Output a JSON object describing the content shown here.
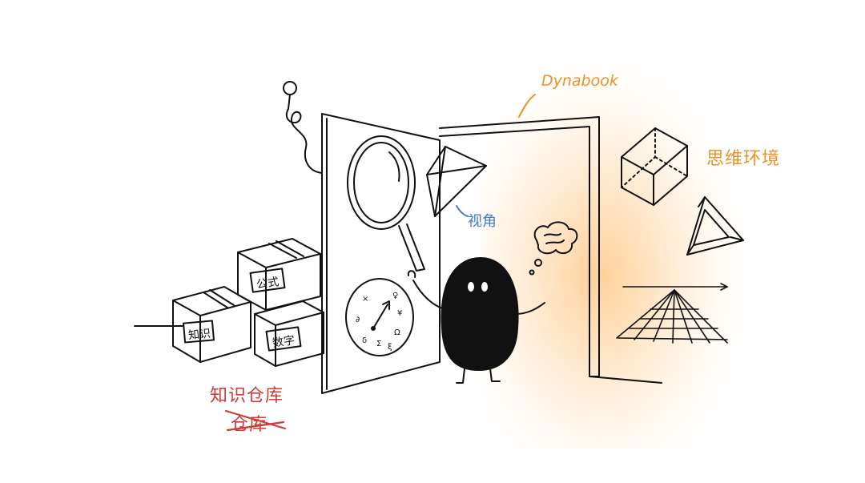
{
  "labels": {
    "dynabook": "Dynabook",
    "thinking_environment": "思维环境",
    "perspective": "视角",
    "box_formula": "公式",
    "box_knowledge": "知识",
    "box_numbers": "数字",
    "warehouse_title": "知识仓库",
    "warehouse_struck": "仓库"
  },
  "colors": {
    "ink": "#111111",
    "accent_orange": "#e8932a",
    "accent_blue": "#3f7fc7",
    "accent_red": "#d03a37",
    "glow": "#ffaa46"
  },
  "icons": [
    "magnifying-glass-icon",
    "clock-dial-icon",
    "brain-thought-bubble-icon",
    "cube-icon",
    "impossible-triangle-icon",
    "perspective-grid-icon",
    "diamond-icon"
  ]
}
